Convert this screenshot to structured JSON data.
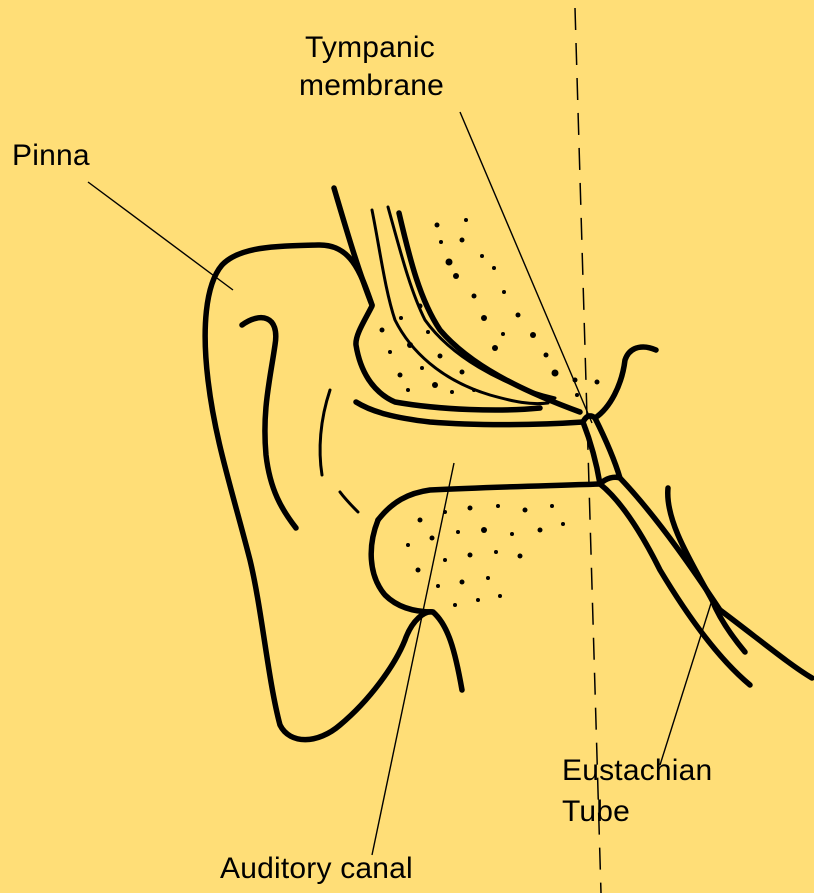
{
  "background_color": "#FFDE77",
  "line_color": "#000000",
  "labels": {
    "tympanic_line1": "Tympanic",
    "tympanic_line2": "membrane",
    "pinna": "Pinna",
    "eustachian_line1": "Eustachian",
    "eustachian_line2": "Tube",
    "auditory_canal": "Auditory canal"
  }
}
